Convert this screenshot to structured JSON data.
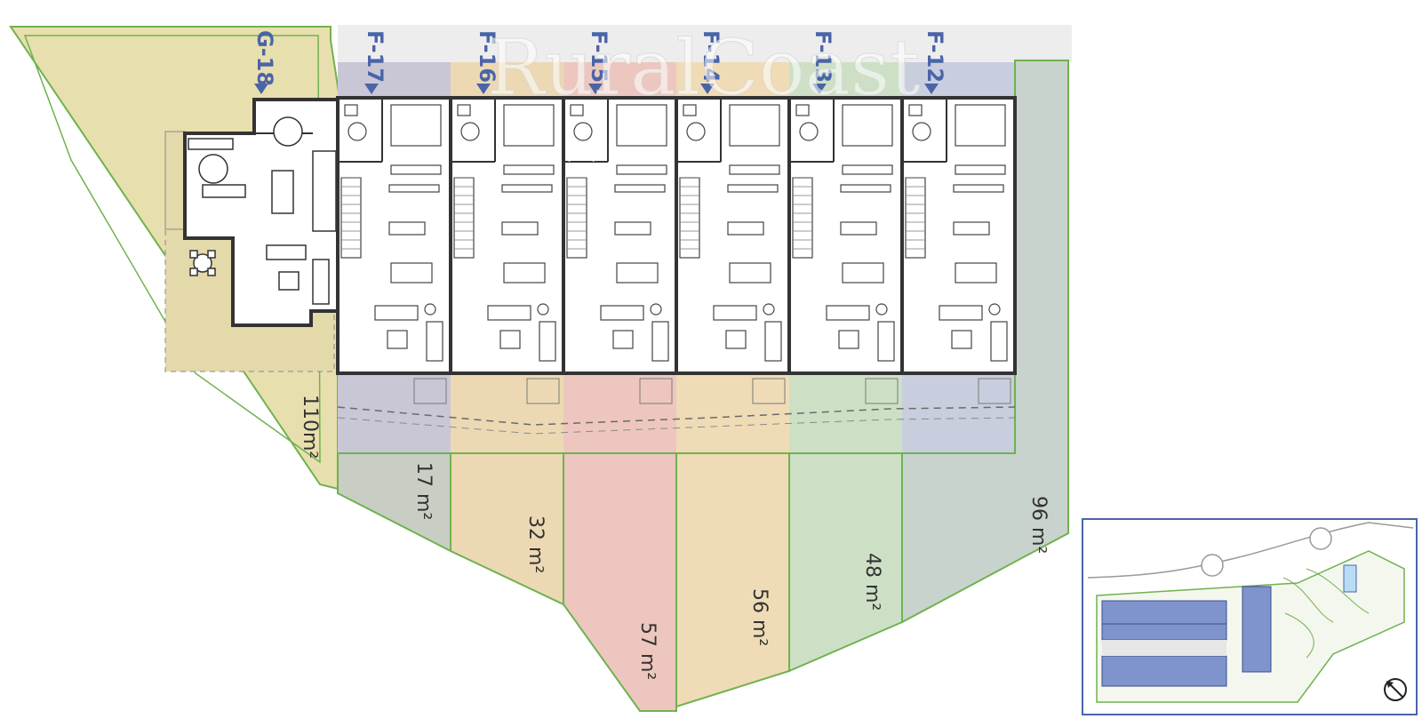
{
  "plot_colors": {
    "G-18": "#e8dfae",
    "F-17": "#c9c6d6",
    "F-16": "#ecd9b4",
    "F-15": "#edc7bf",
    "F-14": "#efdcb6",
    "F-13": "#cde0c6",
    "F-12": "#c9d3cd"
  },
  "units": [
    {
      "id": "G-18",
      "label": "G-18",
      "area": "110m²"
    },
    {
      "id": "F-17",
      "label": "F-17",
      "area": "17 m²"
    },
    {
      "id": "F-16",
      "label": "F-16",
      "area": "32 m²"
    },
    {
      "id": "F-15",
      "label": "F-15",
      "area": "57 m²"
    },
    {
      "id": "F-14",
      "label": "F-14",
      "area": "56 m²"
    },
    {
      "id": "F-13",
      "label": "F-13",
      "area": "48 m²"
    },
    {
      "id": "F-12",
      "label": "F-12",
      "area": "96 m²"
    }
  ],
  "watermark": {
    "brand": "RuralCoast"
  },
  "icons": {
    "arrow": "down-arrow-icon",
    "compass": "compass-icon"
  },
  "colors": {
    "label_blue": "#4a64a8",
    "wall": "#333333",
    "boundary_green": "#6fb24f",
    "site_blue": "#7f93cc"
  }
}
